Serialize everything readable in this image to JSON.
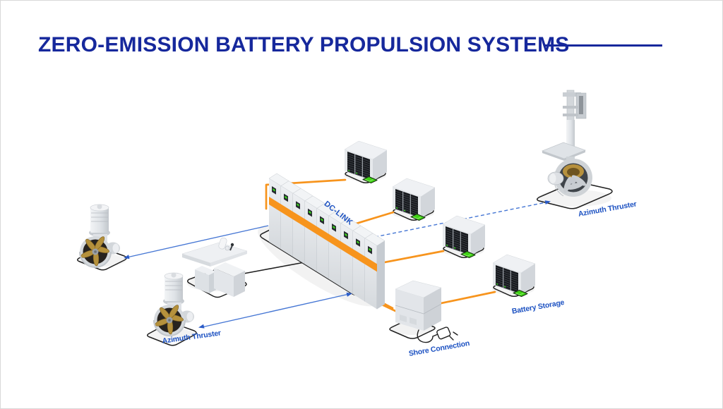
{
  "header": {
    "title": "ZERO-EMISSION BATTERY PROPULSION SYSTEMS"
  },
  "diagram": {
    "labels": {
      "dc_link": "DC-LINK",
      "battery_storage": "Battery Storage",
      "shore_connection": "Shore Connection",
      "azimuth_thruster_stern": "Azimuth Thruster",
      "azimuth_thruster_bow": "Azimuth Thruster"
    },
    "components": [
      "Azimuth Thruster (port)",
      "Azimuth Thruster (stern)",
      "Control Console",
      "DC-Link Switchboard",
      "Battery Rack 1",
      "Battery Rack 2",
      "Battery Rack 3",
      "Battery Rack 4",
      "Shore Connection Cabinet",
      "Azimuth Thruster (bow)"
    ],
    "colors": {
      "title_navy": "#16289c",
      "label_blue": "#1d52c2",
      "power_orange": "#f7941d",
      "signal_blue": "#4576d4",
      "battery_green": "#3fd214",
      "outline_black": "#1f1f1f"
    }
  }
}
